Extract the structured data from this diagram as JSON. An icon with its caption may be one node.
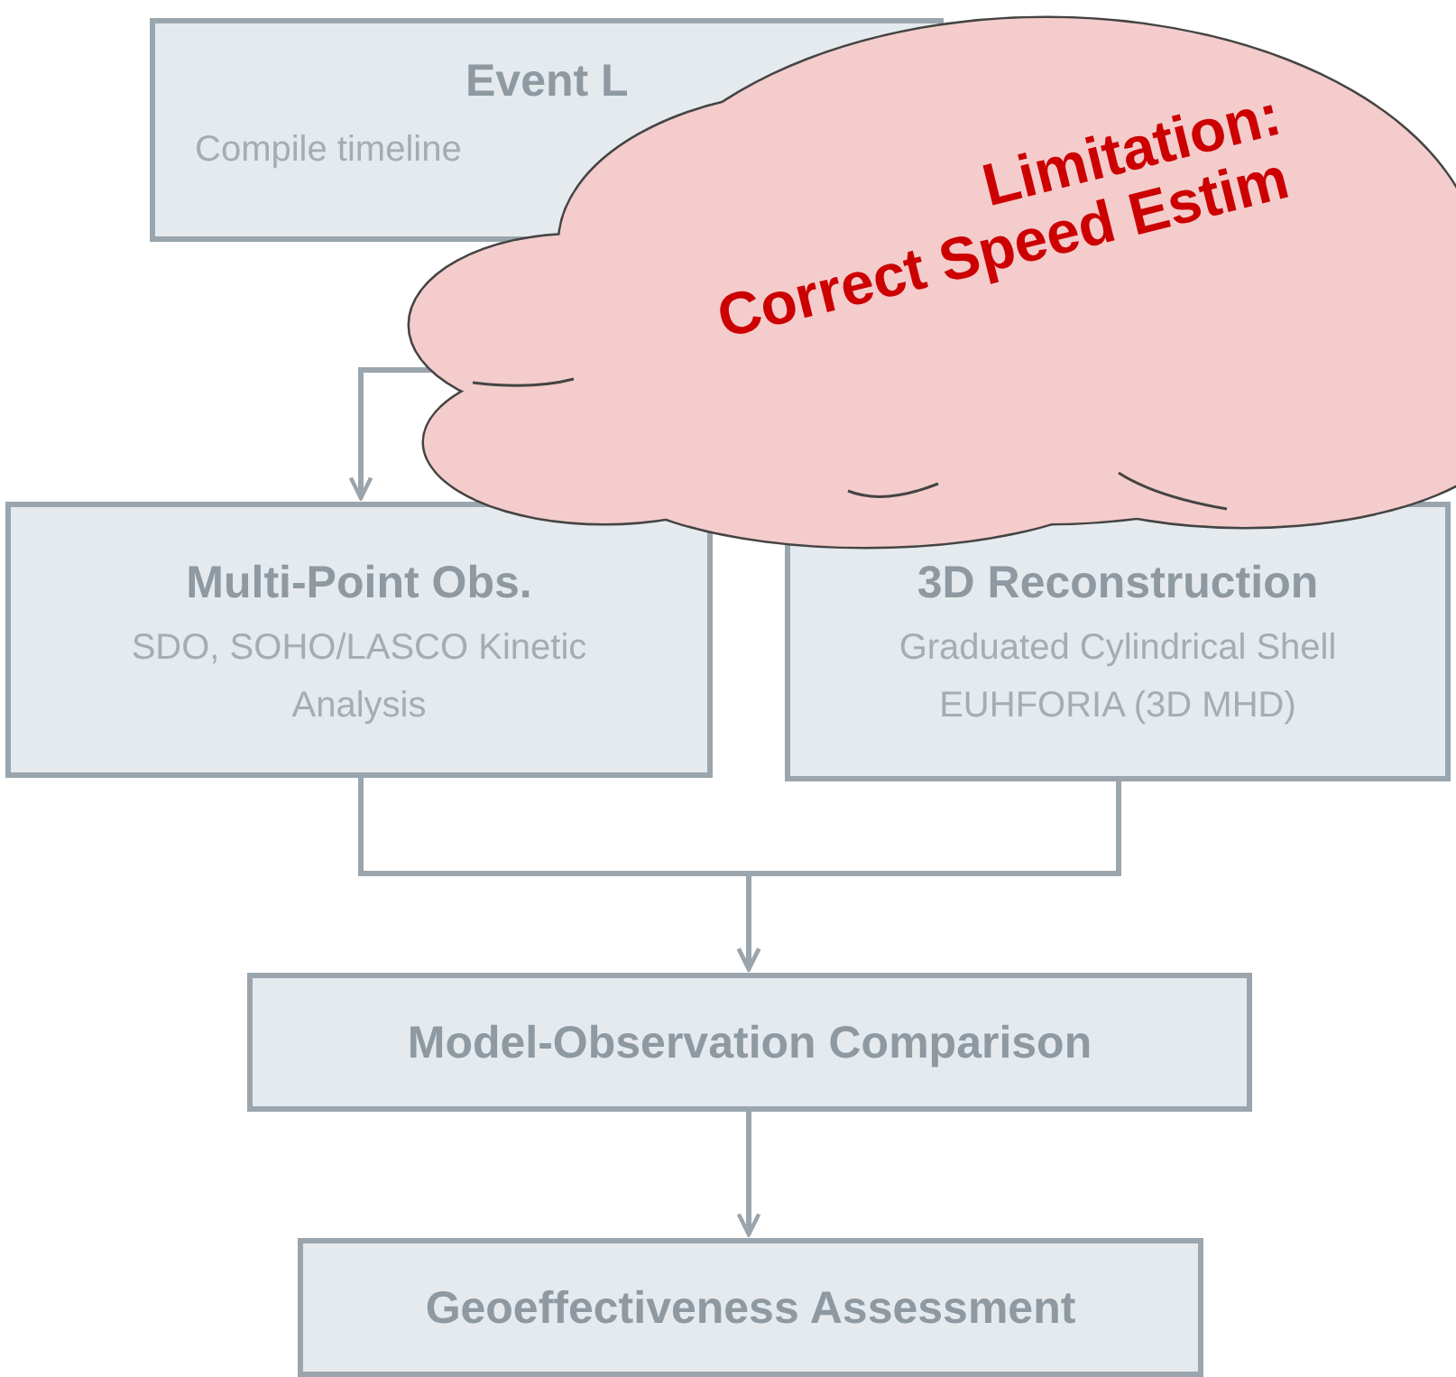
{
  "diagram": {
    "nodes": [
      {
        "text": [
          "Event L",
          "Compile timeline"
        ]
      },
      {
        "text": [
          "Limitation:",
          "Correct Speed Estim"
        ]
      },
      {
        "text": [
          "Multi-Point Obs.",
          "SDO, SOHO/LASCO Kinetic Analysis"
        ]
      },
      {
        "text": [
          "3D Reconstruction",
          "Graduated Cylindrical Shell EUHFORIA  (3D MHD)"
        ]
      },
      {
        "text": [
          "Model-Observation Comparison"
        ]
      },
      {
        "text": [
          "Geoeffectiveness Assessment"
        ]
      }
    ],
    "edges": [
      {
        "from": 0,
        "to": 2,
        "arrow": "to"
      },
      {
        "from": 2,
        "to": 4,
        "arrow": "to"
      },
      {
        "from": 3,
        "to": 4,
        "arrow": "to"
      },
      {
        "from": 4,
        "to": 5,
        "arrow": "to"
      }
    ]
  }
}
